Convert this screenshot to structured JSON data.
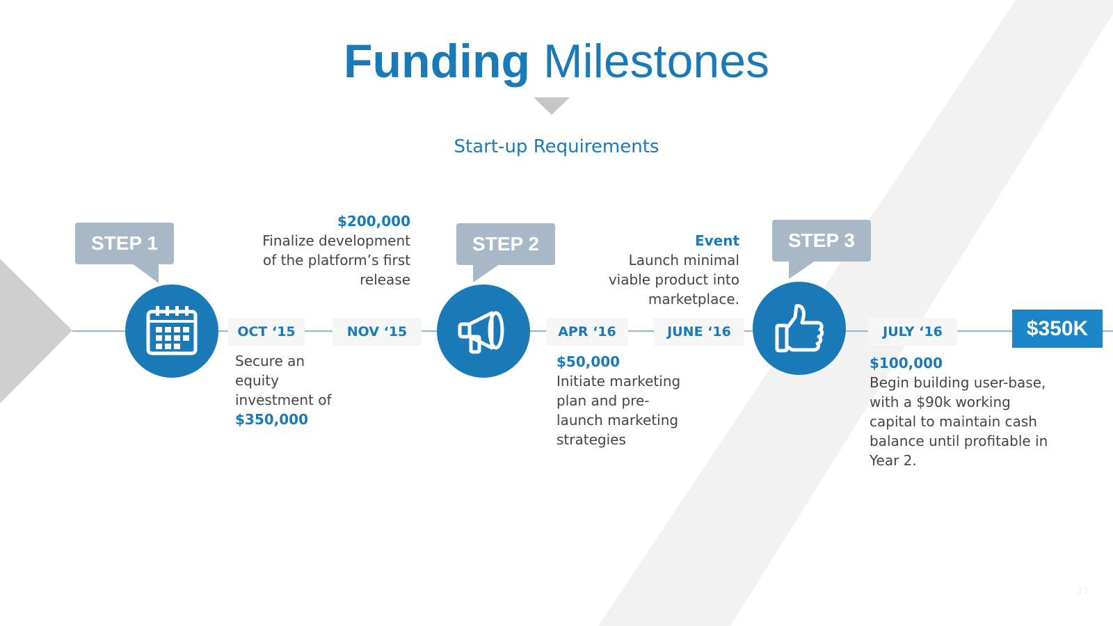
{
  "title": {
    "bold": "Funding",
    "regular": "Milestones"
  },
  "subtitle": "Start-up Requirements",
  "colors": {
    "accent": "#1a7ab8",
    "step_bubble": "#a9b8c6",
    "date_box": "#f6f6f6",
    "total_box": "#1a86c8"
  },
  "steps": [
    {
      "label": "STEP 1",
      "icon": "calendar-icon"
    },
    {
      "label": "STEP 2",
      "icon": "megaphone-icon"
    },
    {
      "label": "STEP 3",
      "icon": "thumbs-up-icon"
    }
  ],
  "dates": [
    "OCT ‘15",
    "NOV ‘15",
    "APR ‘16",
    "JUNE ‘16",
    "JULY ‘16"
  ],
  "milestones": {
    "oct": {
      "text": "Secure an equity investment of",
      "amount": "$350,000"
    },
    "nov": {
      "amount": "$200,000",
      "text": "Finalize development of the platform’s first release"
    },
    "apr": {
      "amount": "$50,000",
      "text": "Initiate marketing plan and pre-launch marketing strategies"
    },
    "june": {
      "heading": "Event",
      "text": "Launch minimal viable product into marketplace."
    },
    "july": {
      "amount": "$100,000",
      "text": "Begin building user-base, with a $90k working capital to maintain cash balance until profitable in Year 2."
    }
  },
  "total": "$350K",
  "page_number": "17"
}
